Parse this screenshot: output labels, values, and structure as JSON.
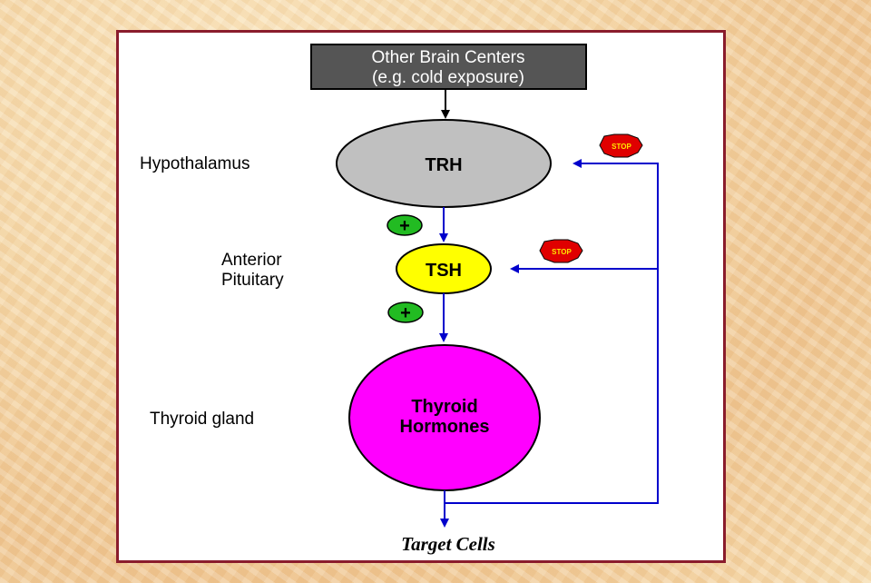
{
  "diagram": {
    "source_box": {
      "line1": "Other Brain Centers",
      "line2": "(e.g. cold exposure)"
    },
    "levels": [
      {
        "label_lines": [
          "Hypothalamus"
        ],
        "hormone": "TRH",
        "color": "#c0c0c0"
      },
      {
        "label_lines": [
          "Anterior",
          "Pituitary"
        ],
        "hormone": "TSH",
        "color": "#ffff00"
      },
      {
        "label_lines": [
          "Thyroid gland"
        ],
        "hormone_lines": [
          "Thyroid",
          "Hormones"
        ],
        "color": "#ff00ff"
      }
    ],
    "stimulation_symbol": "+",
    "stop_sign_text": "STOP",
    "target": "Target Cells",
    "colors": {
      "border": "#8a1c2c",
      "arrows": "#0000cc",
      "stimulation": "#22bb22",
      "stop": "#e00000"
    }
  }
}
